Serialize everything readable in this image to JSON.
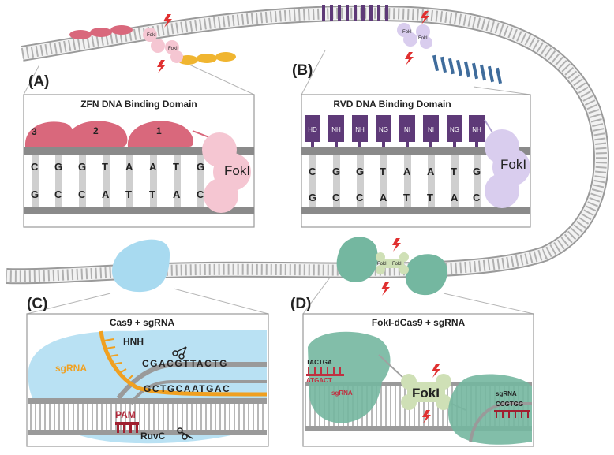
{
  "panels": {
    "a": {
      "label": "(A)",
      "title": "ZFN DNA Binding Domain",
      "fingers": [
        "3",
        "2",
        "1"
      ],
      "top_bases": [
        "C",
        "G",
        "G",
        "T",
        "A",
        "A",
        "T",
        "G"
      ],
      "bottom_bases": [
        "G",
        "C",
        "C",
        "A",
        "T",
        "T",
        "A",
        "C"
      ],
      "nuclease": "FokI"
    },
    "b": {
      "label": "(B)",
      "title": "RVD DNA Binding Domain",
      "rvds": [
        "HD",
        "NH",
        "NH",
        "NG",
        "NI",
        "NI",
        "NG",
        "NH"
      ],
      "top_bases": [
        "C",
        "G",
        "G",
        "T",
        "A",
        "A",
        "T",
        "G"
      ],
      "bottom_bases": [
        "G",
        "C",
        "C",
        "A",
        "T",
        "T",
        "A",
        "C"
      ],
      "nuclease": "FokI"
    },
    "c": {
      "label": "(C)",
      "title": "Cas9 + sgRNA",
      "hnh": "HNH",
      "sgrna": "sgRNA",
      "pam": "PAM",
      "ruvc": "RuvC",
      "top_seq": "CGACGTTACTG",
      "bottom_seq": "GCTGCAATGAC"
    },
    "d": {
      "label": "(D)",
      "title": "FokI-dCas9  + sgRNA",
      "nuclease": "FokI",
      "left_top_seq": "TACTGA",
      "left_bottom_seq": "ATGACT",
      "left_sgrna": "sgRNA",
      "right_sgrna": "sgRNA",
      "right_seq": "CCGTGG"
    }
  },
  "overview": {
    "foki_small": "FokI"
  },
  "colors": {
    "zfn": "#d9687c",
    "tale": "#5e3a78",
    "tale_light": "#3f6c9c",
    "cas9": "#a8daf0",
    "dcas9": "#74b7a0",
    "foki_pink": "#f5c6d2",
    "foki_purple": "#d9cdee",
    "foki_green": "#cfe0b6",
    "sgrna": "#f0a020",
    "pam": "#a02030",
    "lightning": "#e03030"
  }
}
